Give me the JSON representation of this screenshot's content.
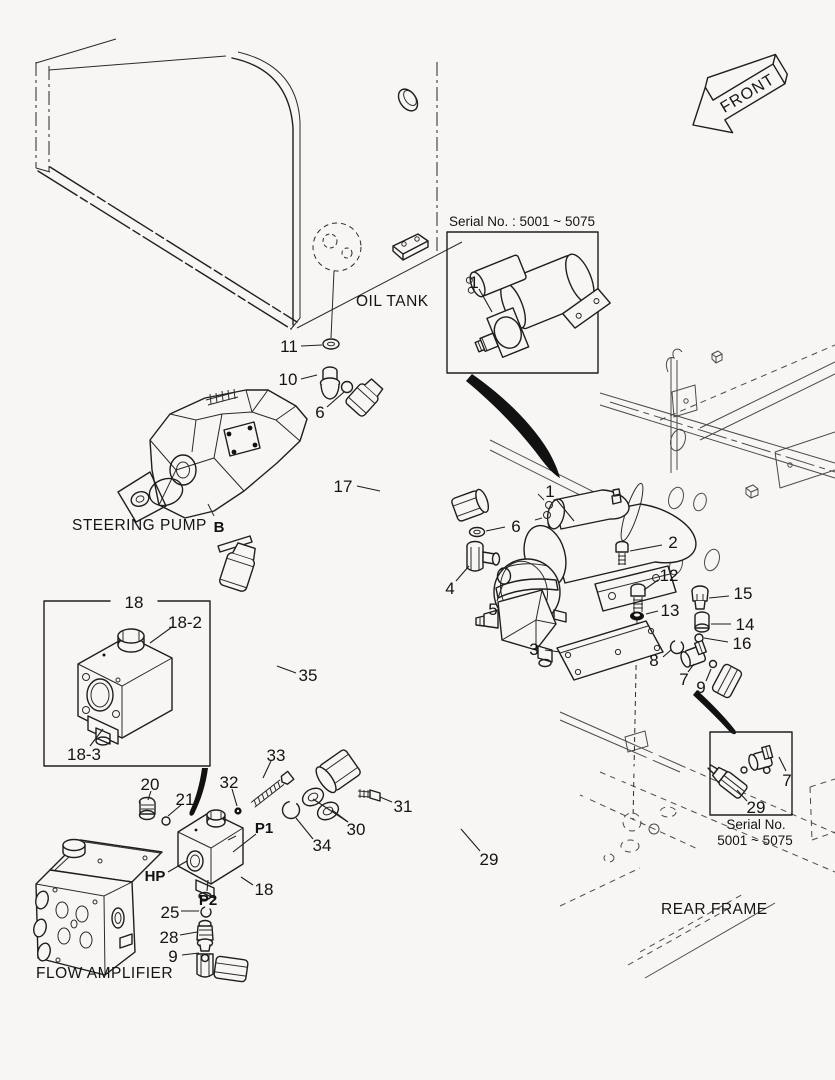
{
  "title": "Hydraulic piping exploded parts diagram",
  "colors": {
    "background": "#f7f6f4",
    "line": "#1e1e1e"
  },
  "direction_arrow": {
    "label": "FRONT"
  },
  "sections": {
    "oil_tank": "OIL TANK",
    "steering_pump": "STEERING PUMP",
    "flow_amplifier": "FLOW AMPLIFIER",
    "rear_frame": "REAR FRAME"
  },
  "insets": {
    "top": {
      "serial_label": "Serial No. : 5001 ~ 5075"
    },
    "bottom": {
      "serial_line1": "Serial No.",
      "serial_line2": "5001 ~ 5075"
    }
  },
  "ports": {
    "b": "B",
    "p1": "P1",
    "p2": "P2",
    "hp": "HP"
  },
  "callouts": {
    "n1": "1",
    "n2": "2",
    "n3": "3",
    "n4": "4",
    "n5": "5",
    "n6": "6",
    "n7": "7",
    "n8": "8",
    "n9": "9",
    "n10": "10",
    "n11": "11",
    "n12": "12",
    "n13": "13",
    "n14": "14",
    "n15": "15",
    "n16": "16",
    "n17": "17",
    "n18": "18",
    "n18_2": "18-2",
    "n18_3": "18-3",
    "n20": "20",
    "n21": "21",
    "n25": "25",
    "n28": "28",
    "n29": "29",
    "n30": "30",
    "n31": "31",
    "n32": "32",
    "n33": "33",
    "n34": "34",
    "n35": "35"
  }
}
